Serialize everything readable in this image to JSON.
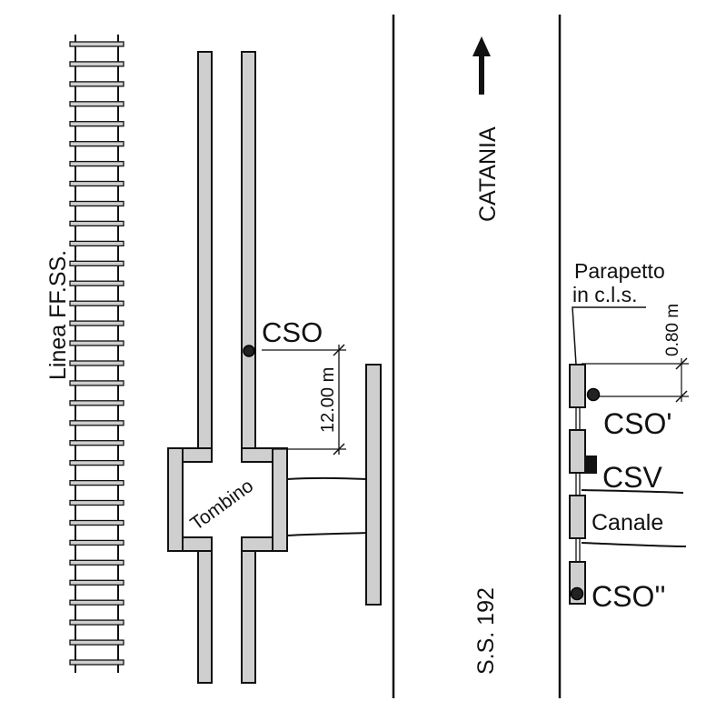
{
  "labels": {
    "railway": "Linea FF.SS.",
    "direction": "CATANIA",
    "road": "S.S. 192",
    "cso": "CSO",
    "distance": "12.00 m",
    "culvert": "Tombino",
    "parapet_line1": "Parapetto",
    "parapet_line2": "in c.l.s.",
    "height": "0.80 m",
    "cso_prime": "CSO'",
    "csv": "CSV",
    "canal": "Canale",
    "cso_double_prime": "CSO''"
  },
  "railway_sleepers": 32
}
